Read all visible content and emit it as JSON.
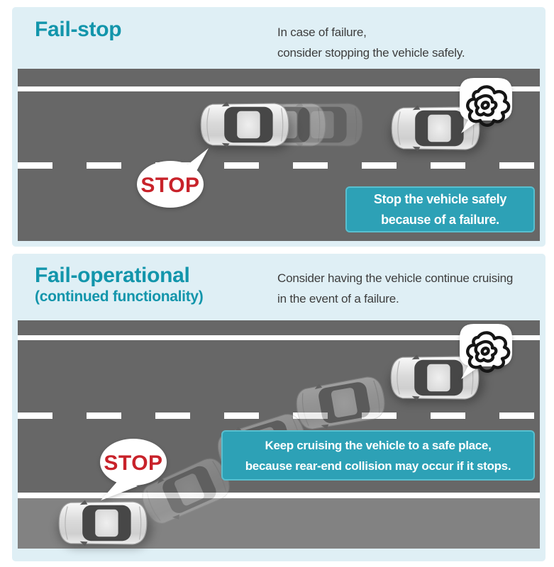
{
  "colors": {
    "panel_bg": "#dfeff5",
    "accent_teal": "#1295ab",
    "callout_bg": "#2da1b6",
    "callout_border": "#58bfcf",
    "road_gray": "#676767",
    "shoulder_gray": "#828282",
    "lane_line_white": "#ffffff",
    "stop_red": "#c8222a",
    "body_text": "#3d3d3d"
  },
  "panels": [
    {
      "title": "Fail-stop",
      "subtitle": "",
      "description": [
        "In case of failure,",
        "consider stopping the vehicle safely."
      ],
      "stop_label": "STOP",
      "callout": [
        "Stop the vehicle safely",
        "because of a failure."
      ]
    },
    {
      "title": "Fail-operational",
      "subtitle": "(continued functionality)",
      "description": [
        "Consider having the vehicle continue cruising",
        "in the event of a failure."
      ],
      "stop_label": "STOP",
      "callout": [
        "Keep cruising the vehicle to a safe place,",
        "because rear-end collision may occur if it stops."
      ]
    }
  ]
}
